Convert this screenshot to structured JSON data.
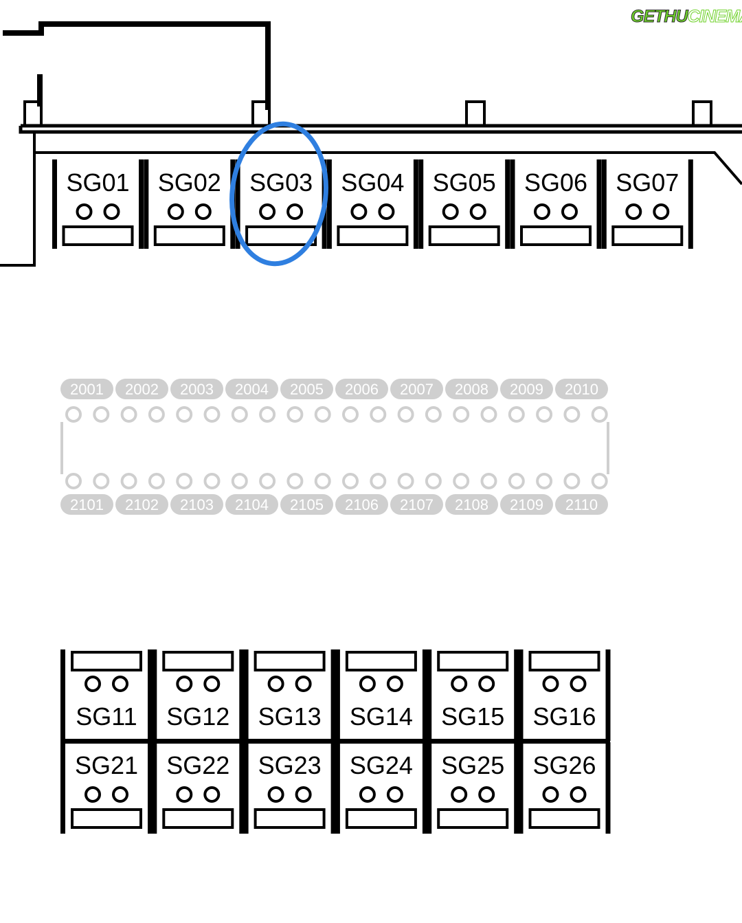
{
  "watermark": {
    "part1": "GETHU",
    "part2": "CINEMA"
  },
  "top_row": [
    "SG01",
    "SG02",
    "SG03",
    "SG04",
    "SG05",
    "SG06",
    "SG07"
  ],
  "highlighted": "SG03",
  "highlight_color": "#2f7fe0",
  "middle": {
    "top_labels": [
      "2001",
      "2002",
      "2003",
      "2004",
      "2005",
      "2006",
      "2007",
      "2008",
      "2009",
      "2010"
    ],
    "bottom_labels": [
      "2101",
      "2102",
      "2103",
      "2104",
      "2105",
      "2106",
      "2107",
      "2108",
      "2109",
      "2110"
    ],
    "color": "#cfcfcf"
  },
  "bottom_block": {
    "row1": [
      "SG11",
      "SG12",
      "SG13",
      "SG14",
      "SG15",
      "SG16"
    ],
    "row2": [
      "SG21",
      "SG22",
      "SG23",
      "SG24",
      "SG25",
      "SG26"
    ]
  }
}
